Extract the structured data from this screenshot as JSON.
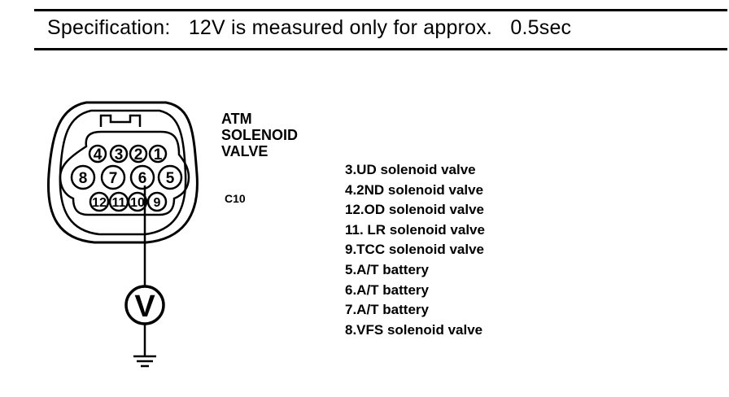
{
  "header": {
    "spec_label": "Specification:",
    "spec_text": "12V is measured only for approx.",
    "spec_value": "0.5sec"
  },
  "component": {
    "title_lines": [
      "ATM",
      "SOLENOID",
      "VALVE"
    ],
    "connector_id": "C10"
  },
  "connector": {
    "top_row": [
      "4",
      "3",
      "2",
      "1"
    ],
    "middle_row": [
      "8",
      "7",
      "6",
      "5"
    ],
    "bottom_row": [
      "12",
      "11",
      "10",
      "9"
    ]
  },
  "meter": {
    "symbol": "V"
  },
  "legend": [
    "3.UD solenoid valve",
    "4.2ND solenoid valve",
    "12.OD solenoid valve",
    "11. LR solenoid valve",
    "9.TCC solenoid valve",
    "5.A/T battery",
    "6.A/T battery",
    "7.A/T battery",
    "8.VFS solenoid valve"
  ]
}
